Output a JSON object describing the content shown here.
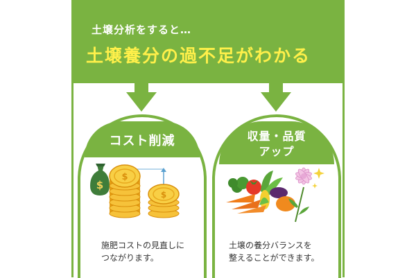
{
  "header": {
    "subtitle": "土壌分析をすると…",
    "title": "土壌養分の過不足がわかる"
  },
  "left_card": {
    "title": "コスト削減",
    "description_lines": [
      "施肥コストの見直しに",
      "つながります。"
    ],
    "icon": "coins-money-bag-icon"
  },
  "right_card": {
    "title_lines": [
      "収量・品質",
      "アップ"
    ],
    "description_lines": [
      "土壌の養分バランスを",
      "整えることができます。"
    ],
    "icon": "vegetables-flower-icon"
  },
  "colors": {
    "green": "#7ab341",
    "yellow": "#fff04a",
    "gold": "#f2b21a",
    "dark_green": "#2e7d32"
  }
}
